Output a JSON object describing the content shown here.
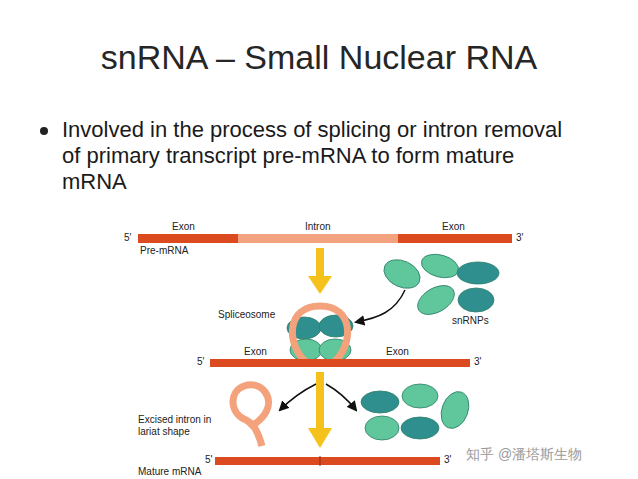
{
  "diagram": {
    "title": "snRNA – Small Nuclear RNA",
    "labels": [
      "Involved in the process of splicing or intron removal of primary transcript pre-mRNA to form mature mRNA",
      "Exon",
      "Intron",
      "Exon",
      "5'",
      "3'",
      "Pre-mRNA",
      "Spliceosome",
      "snRNPs",
      "Exon",
      "Exon",
      "5'",
      "3'",
      "Excised intron in lariat shape",
      "5'",
      "Mature mRNA",
      "3'",
      "知乎 @潘塔斯生物"
    ]
  }
}
